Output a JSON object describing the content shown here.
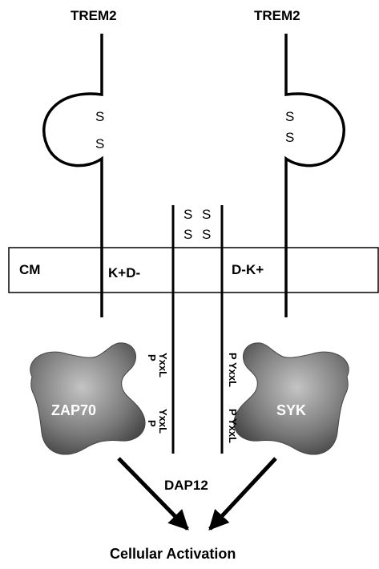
{
  "receptors": {
    "left_label": "TREM2",
    "right_label": "TREM2"
  },
  "disulfide": {
    "s": "S"
  },
  "membrane": {
    "label": "CM",
    "left_charge": "K+D-",
    "right_charge": "D-K+"
  },
  "motifs": {
    "yxxl": "YxxL",
    "p": "P"
  },
  "kinases": {
    "left": "ZAP70",
    "right": "SYK"
  },
  "adaptor": {
    "label": "DAP12"
  },
  "outcome": {
    "label": "Cellular Activation"
  }
}
